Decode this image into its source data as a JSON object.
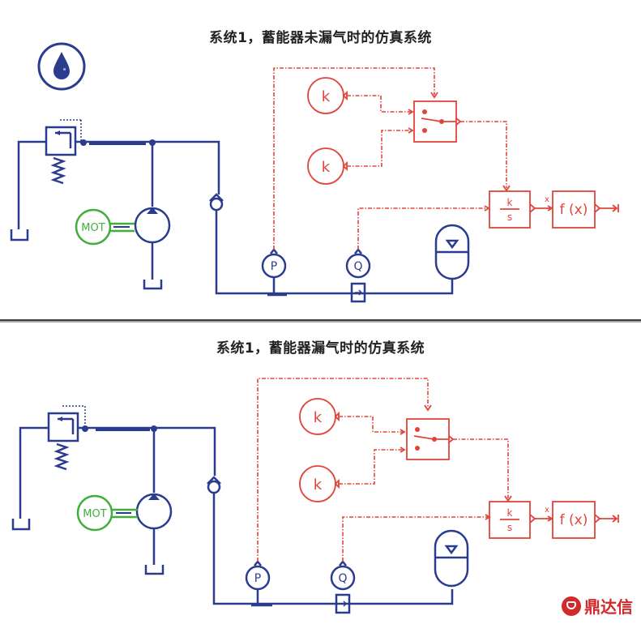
{
  "panels": [
    {
      "id": "top",
      "title": "系统1，蓄能器未漏气时的仿真系统",
      "show_fluid_icon": true,
      "motor_label": "MOT",
      "constant_labels": [
        "k",
        "k"
      ],
      "integrator": {
        "numerator": "k",
        "denominator": "s"
      },
      "integrator_output_label": "x",
      "function_label": "f (x)",
      "pressure_sensor_label": "P",
      "flow_sensor_label": "Q"
    },
    {
      "id": "bottom",
      "title": "系统1，蓄能器漏气时的仿真系统",
      "show_fluid_icon": false,
      "motor_label": "MOT",
      "constant_labels": [
        "k",
        "k"
      ],
      "integrator": {
        "numerator": "k",
        "denominator": "s"
      },
      "integrator_output_label": "x",
      "function_label": "f (x)",
      "pressure_sensor_label": "P",
      "flow_sensor_label": "Q"
    }
  ],
  "colors": {
    "hydraulic": "#2b3c8f",
    "signal": "#e2443a",
    "motor": "#3fae3a"
  },
  "watermark": {
    "text": "鼎达信"
  }
}
